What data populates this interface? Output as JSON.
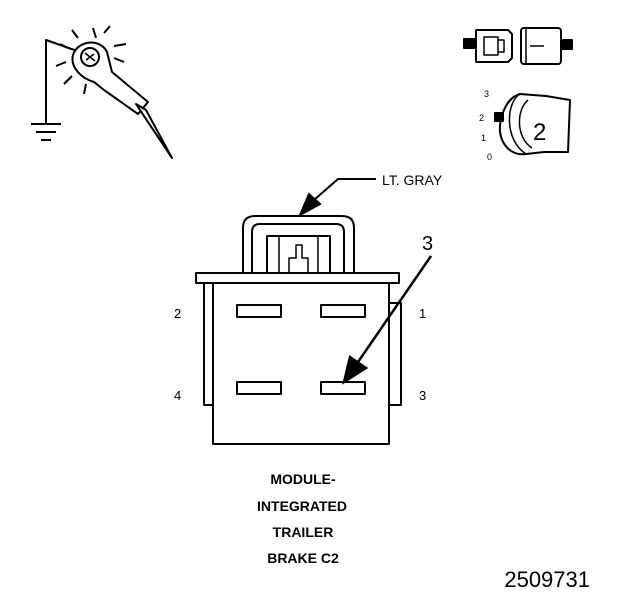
{
  "connector": {
    "wire_color_label": "LT. GRAY",
    "callout_number": "3",
    "pins": {
      "top_left": "2",
      "top_right": "1",
      "bottom_left": "4",
      "bottom_right": "3"
    },
    "caption_lines": [
      "MODULE-",
      "INTEGRATED",
      "TRAILER",
      "BRAKE C2"
    ]
  },
  "position_indicator": {
    "scale": [
      "3",
      "2",
      "1",
      "0"
    ],
    "selected": "2"
  },
  "figure_id": "2509731",
  "icons": [
    "test-probe-ground-icon",
    "connector-halves-icon",
    "connector-position-icon"
  ]
}
